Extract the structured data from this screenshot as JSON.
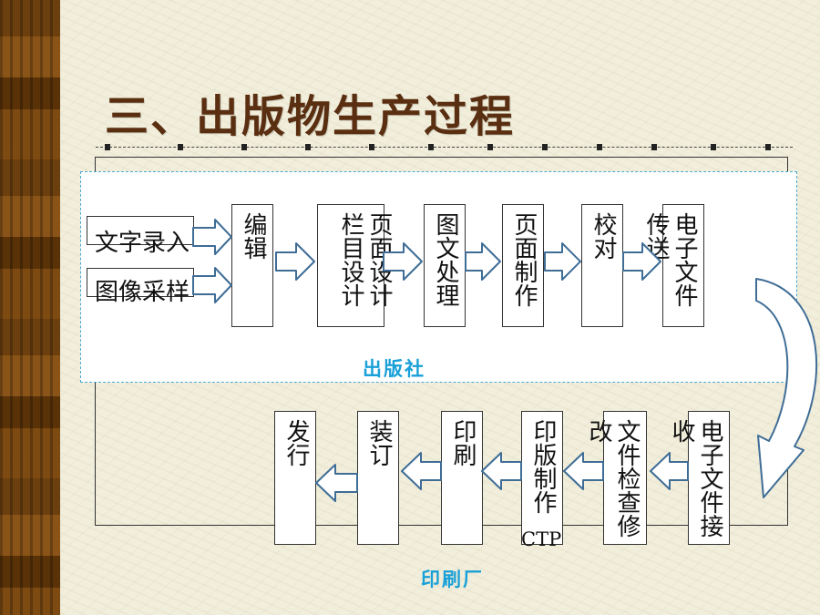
{
  "slide": {
    "title": "三、出版物生产过程"
  },
  "diagram": {
    "publisher_label": "出版社",
    "printer_label": "印刷厂",
    "inputs": [
      "文字录入",
      "图像采样"
    ],
    "publisher_steps": [
      "编辑",
      "栏目设计页面设计",
      "图文处理",
      "页面制作",
      "校对",
      "电子文件传送"
    ],
    "printer_steps": [
      "发行",
      "装订",
      "印刷",
      "印版制作",
      "文件检查修改",
      "电子文件接收"
    ],
    "ctp_label": "CTP"
  },
  "colors": {
    "title": "#5a2e10",
    "region_label": "#1aa0d8",
    "arrow_stroke": "#3f6d96",
    "background": "#f1eedb",
    "sidebar": "#6b3f0e"
  }
}
